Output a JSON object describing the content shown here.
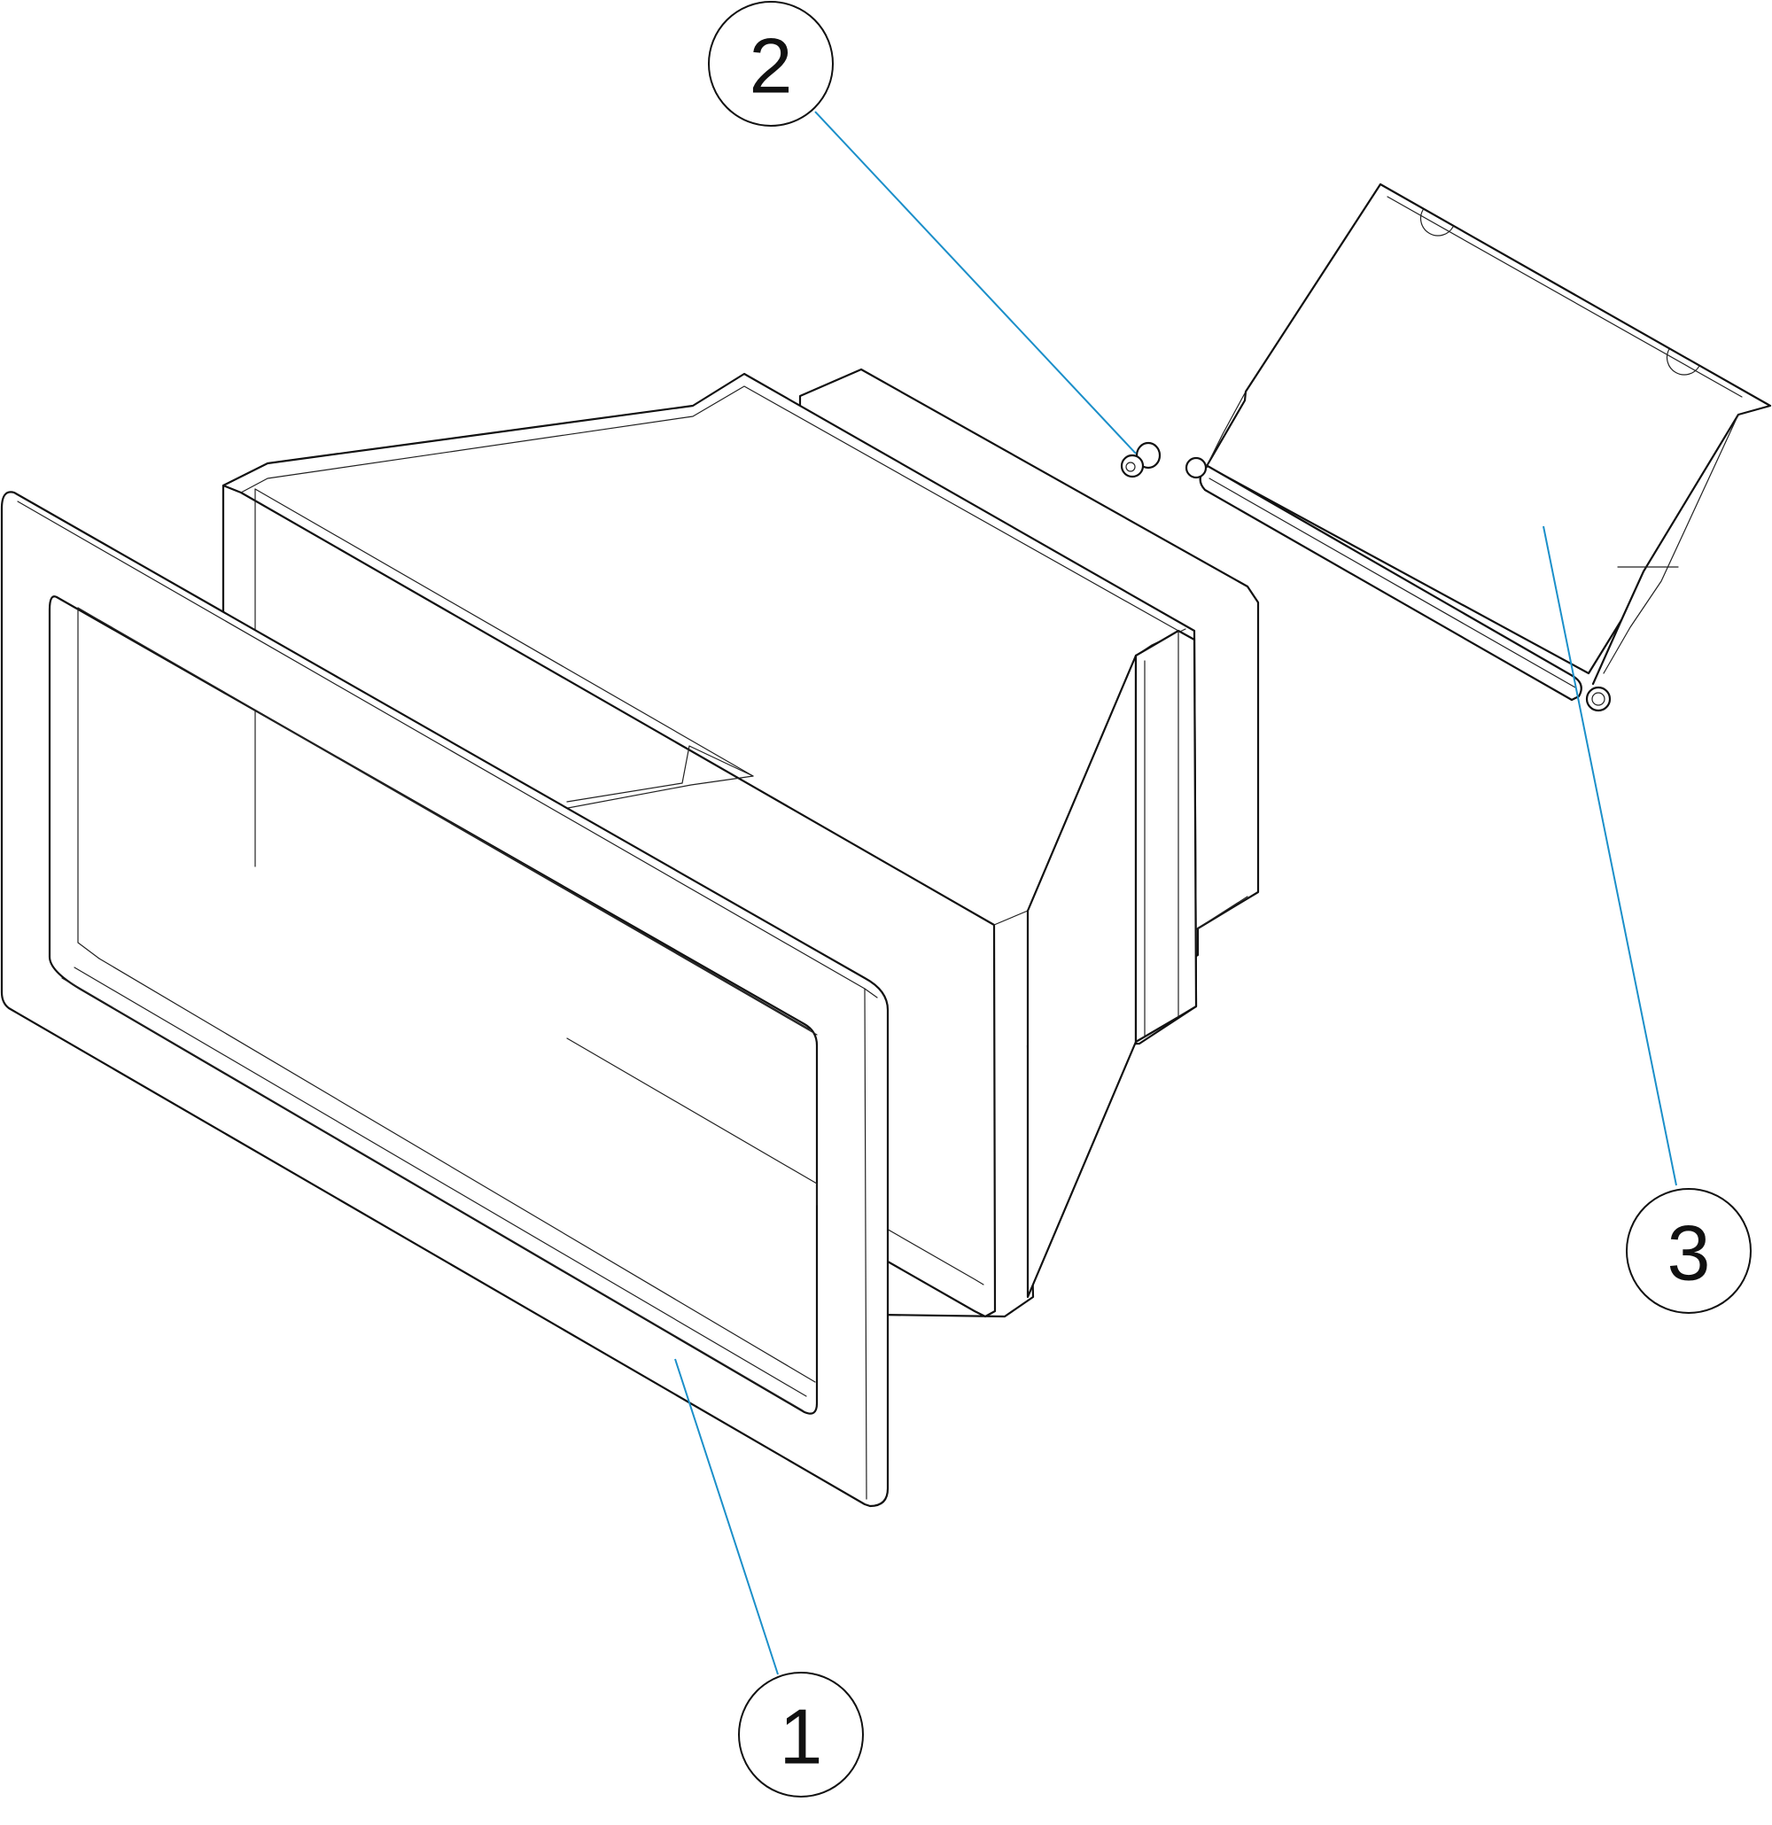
{
  "colors": {
    "line": "#111111",
    "leader": "#1b8fc9",
    "background": "#ffffff"
  },
  "callouts": [
    {
      "label": "1"
    },
    {
      "label": "2"
    },
    {
      "label": "3"
    }
  ]
}
